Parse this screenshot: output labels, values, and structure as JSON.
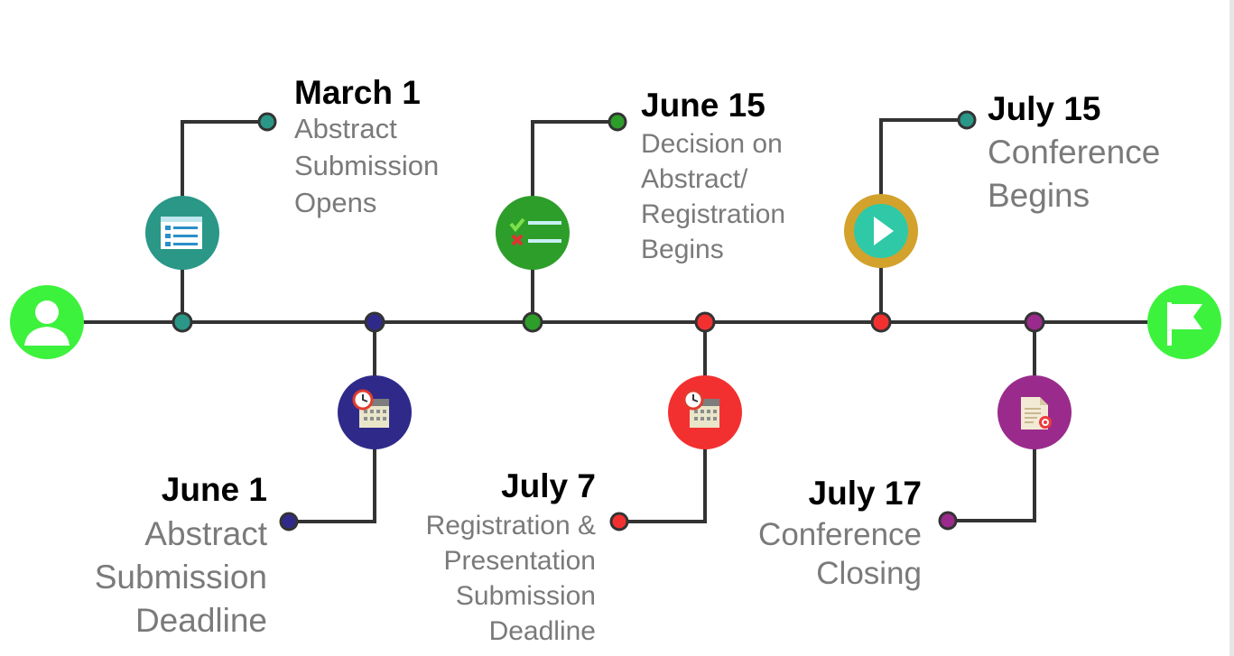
{
  "colors": {
    "line": "#333333",
    "start_green": "#3df23d",
    "teal": "#2a9787",
    "navy": "#2f2a8a",
    "green": "#2e9e2a",
    "red": "#f33030",
    "gold": "#d3a22c",
    "play": "#2fc9a8",
    "purple": "#9a2b8c",
    "date_text": "#000000",
    "desc_text": "#7a7a7a"
  },
  "events": [
    {
      "date": "March 1",
      "description": [
        "Abstract",
        "Submission",
        "Opens"
      ],
      "icon": "form-icon"
    },
    {
      "date": "June 1",
      "description": [
        "Abstract",
        "Submission",
        "Deadline"
      ],
      "icon": "calendar-clock-icon"
    },
    {
      "date": "June 15",
      "description": [
        "Decision on",
        "Abstract/",
        "Registration",
        "Begins"
      ],
      "icon": "checklist-icon"
    },
    {
      "date": "July 7",
      "description": [
        "Registration &",
        "Presentation",
        "Submission",
        "Deadline"
      ],
      "icon": "calendar-clock-icon"
    },
    {
      "date": "July 15",
      "description": [
        "Conference",
        "Begins"
      ],
      "icon": "play-icon"
    },
    {
      "date": "July 17",
      "description": [
        "Conference",
        "Closing"
      ],
      "icon": "document-icon"
    }
  ],
  "endpoints": {
    "start_icon": "user-icon",
    "end_icon": "flag-icon"
  }
}
